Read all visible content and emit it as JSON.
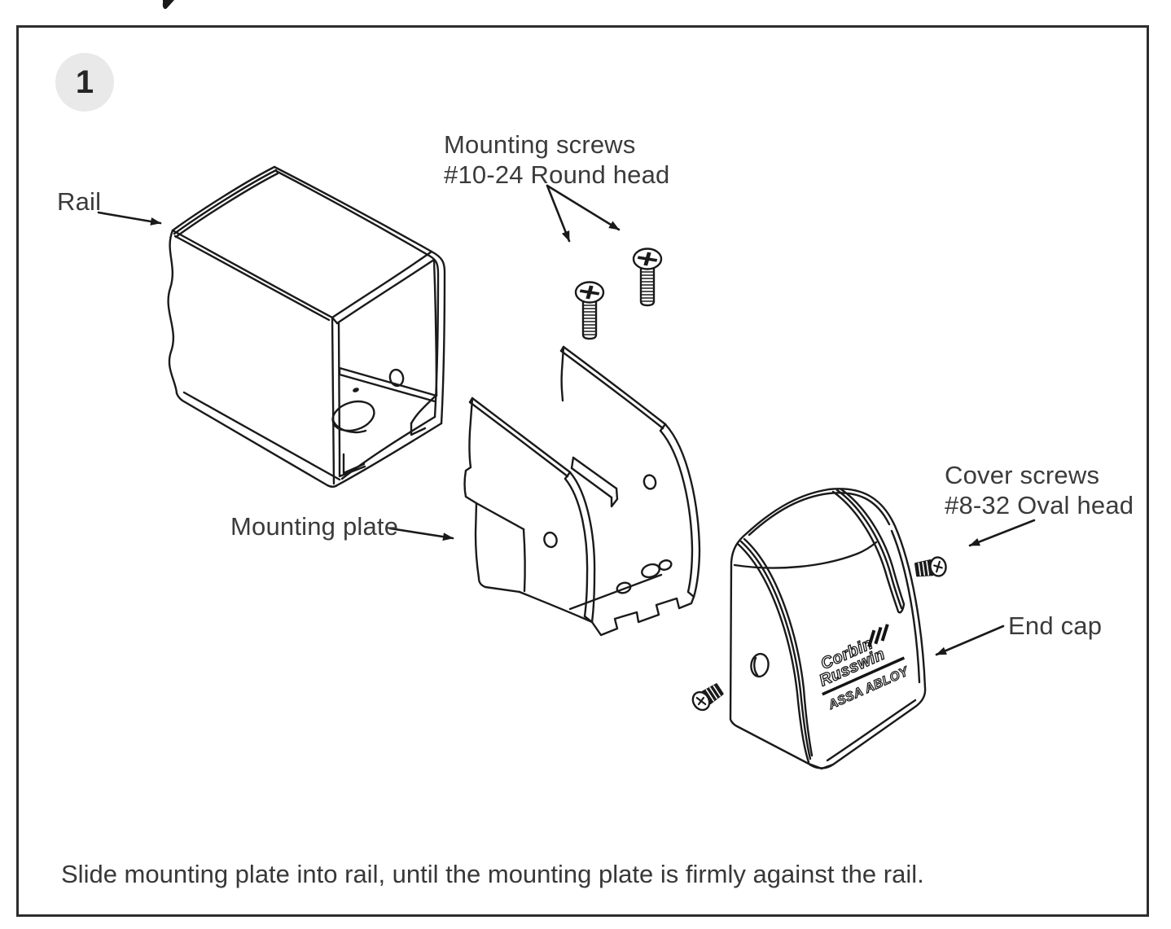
{
  "figure": {
    "step_number": "1",
    "caption": "Slide mounting plate into rail, until the mounting plate is firmly against the rail."
  },
  "labels": {
    "rail": "Rail",
    "mounting_screws": [
      "Mounting screws",
      "#10-24 Round head"
    ],
    "mounting_plate": "Mounting plate",
    "cover_screws": [
      "Cover screws",
      "#8-32 Oval head"
    ],
    "end_cap": "End cap"
  },
  "branding": {
    "line1": "Corbin",
    "line2": "Russwin",
    "line3": "ASSA ABLOY"
  },
  "colors": {
    "line": "#1a1a1a",
    "text": "#3b3b3b",
    "step_circle": "#e9e9e9",
    "border": "#2d2d2d"
  }
}
